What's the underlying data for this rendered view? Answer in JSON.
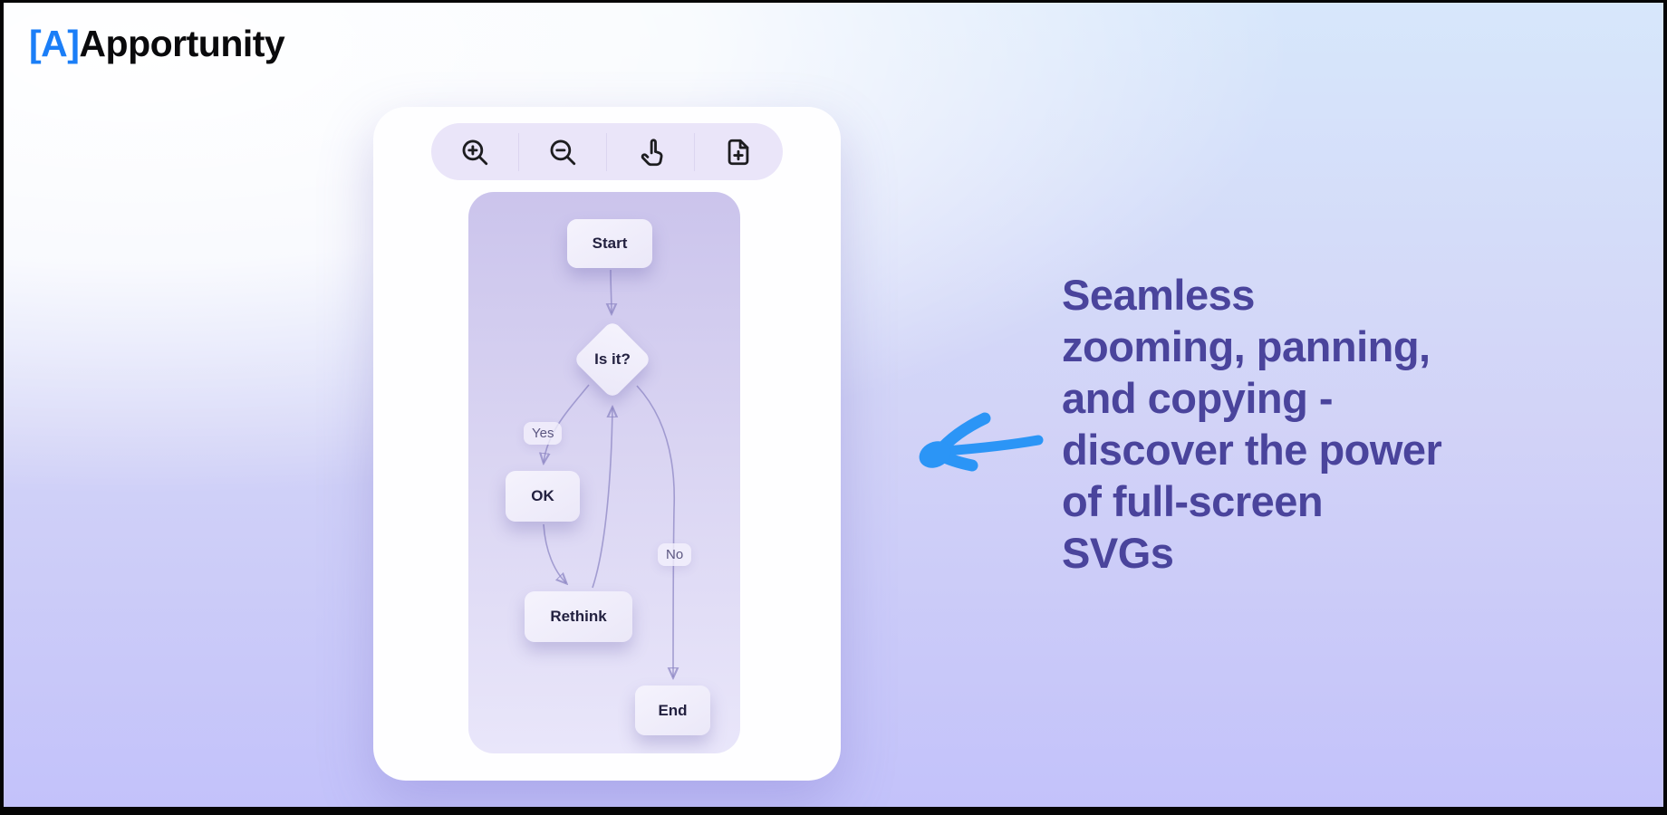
{
  "brand": {
    "bracket": "[A]",
    "name": "Apportunity"
  },
  "toolbar": {
    "buttons": [
      {
        "icon": "zoom-in-icon"
      },
      {
        "icon": "zoom-out-icon"
      },
      {
        "icon": "hand-pointer-icon"
      },
      {
        "icon": "file-plus-icon"
      }
    ]
  },
  "flowchart": {
    "nodes": [
      {
        "id": "start",
        "label": "Start",
        "type": "process"
      },
      {
        "id": "is-it",
        "label": "Is it?",
        "type": "decision"
      },
      {
        "id": "ok",
        "label": "OK",
        "type": "process"
      },
      {
        "id": "rethink",
        "label": "Rethink",
        "type": "process"
      },
      {
        "id": "end",
        "label": "End",
        "type": "process"
      }
    ],
    "edges": [
      {
        "from": "start",
        "to": "is-it",
        "label": ""
      },
      {
        "from": "is-it",
        "to": "ok",
        "label": "Yes"
      },
      {
        "from": "ok",
        "to": "rethink",
        "label": ""
      },
      {
        "from": "rethink",
        "to": "is-it",
        "label": ""
      },
      {
        "from": "is-it",
        "to": "end",
        "label": "No"
      }
    ],
    "edge_labels": {
      "yes": "Yes",
      "no": "No"
    }
  },
  "headline": {
    "lines": [
      "Seamless",
      "zooming, panning,",
      "and copying -",
      "discover the power",
      "of full-screen",
      "SVGs"
    ]
  },
  "colors": {
    "accent_blue": "#1b7ef7",
    "headline_purple": "#4a449c",
    "arrow_blue": "#2b95f6",
    "toolbar_bg": "#eae5f9",
    "canvas_top": "#cbc4ec",
    "canvas_bottom": "#e9e6fa",
    "node_text": "#232140",
    "edge_stroke": "#8d87c4"
  }
}
